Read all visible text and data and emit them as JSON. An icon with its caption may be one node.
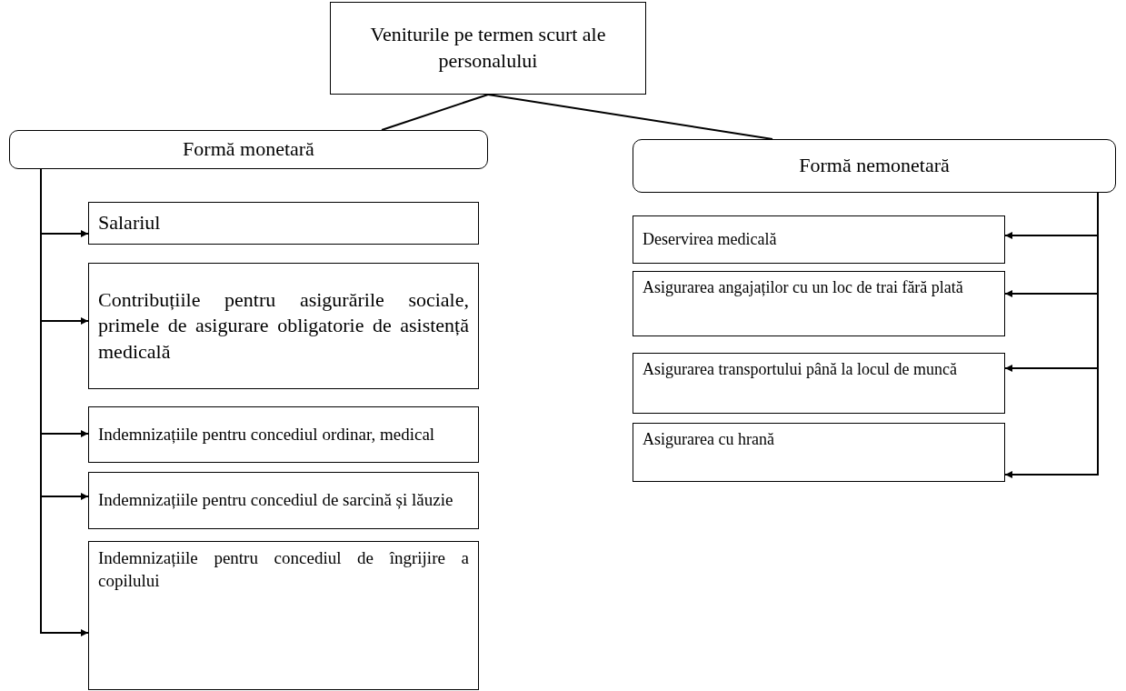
{
  "diagram": {
    "nodes": [
      {
        "text": [
          "Veniturile pe termen scurt ale personalului"
        ]
      },
      {
        "text": [
          "Formă monetară"
        ]
      },
      {
        "text": [
          "Formă nemonetară"
        ]
      },
      {
        "text": [
          "Salariul"
        ]
      },
      {
        "text": [
          "Contribuțiile pentru asigurările sociale, primele de asigurare obligatorie de asistență medicală"
        ]
      },
      {
        "text": [
          "Indemnizațiile pentru concediul ordinar, medical"
        ]
      },
      {
        "text": [
          "Indemnizațiile pentru concediul de sarcină și lăuzie"
        ]
      },
      {
        "text": [
          "Indemnizațiile pentru concediul de îngrijire a copilului"
        ]
      },
      {
        "text": [
          "Deservirea medicală"
        ]
      },
      {
        "text": [
          "Asigurarea angajaților cu un loc de trai fără plată"
        ]
      },
      {
        "text": [
          "Asigurarea transportului până la locul de muncă"
        ]
      },
      {
        "text": [
          "Asigurarea cu hrană"
        ]
      }
    ],
    "edges": [
      {
        "from": 0,
        "to": 1,
        "arrow": "none"
      },
      {
        "from": 0,
        "to": 2,
        "arrow": "none"
      },
      {
        "from": 1,
        "to": 3,
        "arrow": "to"
      },
      {
        "from": 1,
        "to": 4,
        "arrow": "to"
      },
      {
        "from": 1,
        "to": 5,
        "arrow": "to"
      },
      {
        "from": 1,
        "to": 6,
        "arrow": "to"
      },
      {
        "from": 1,
        "to": 7,
        "arrow": "to"
      },
      {
        "from": 2,
        "to": 8,
        "arrow": "to"
      },
      {
        "from": 2,
        "to": 9,
        "arrow": "to"
      },
      {
        "from": 2,
        "to": 10,
        "arrow": "to"
      },
      {
        "from": 2,
        "to": 11,
        "arrow": "to"
      }
    ]
  }
}
